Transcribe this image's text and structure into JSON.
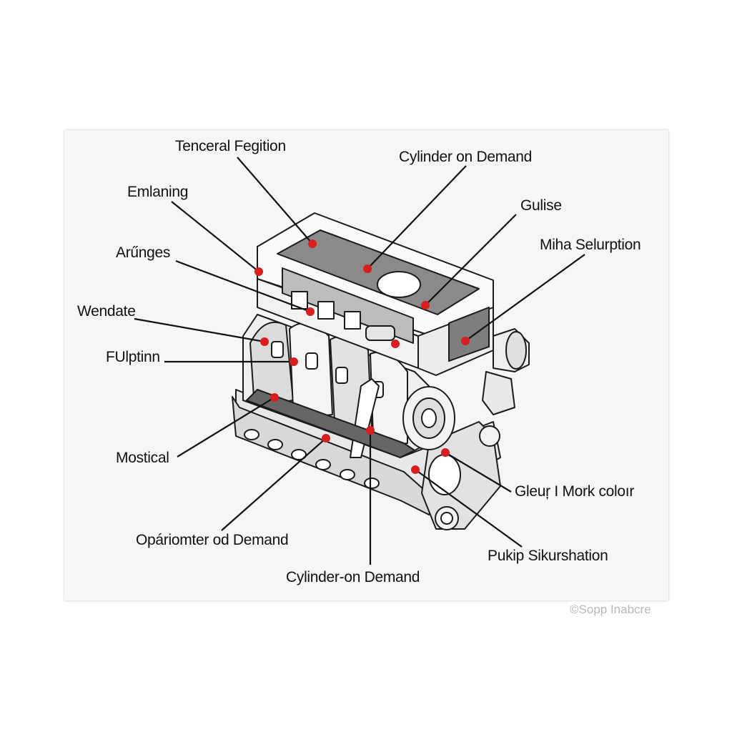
{
  "labels": {
    "tenceral_fegition": "Tenceral Fegition",
    "cylinder_on_demand_top": "Cylinder on Demand",
    "emlaning": "Emlaning",
    "gulise": "Gulise",
    "arlnges": "Arűnges",
    "miha_selurption": "Miha Selurption",
    "wendate": "Wendate",
    "fulptinn": "FUlptinn",
    "mostical": "Mostical",
    "gleur_mork_colour": "Gleuŗ I Mork coloır",
    "opariomter_od_demand": "Opáriomter od Demand",
    "pukip_sikurshation": "Pukip Sikurshation",
    "cylinder_on_demand_bottom": "Cylinder-on Demand"
  },
  "watermark": "©Sopp Inabcre",
  "colors": {
    "marker": "#d81e1e",
    "line": "#111111",
    "panel": "#f6f6f6"
  }
}
